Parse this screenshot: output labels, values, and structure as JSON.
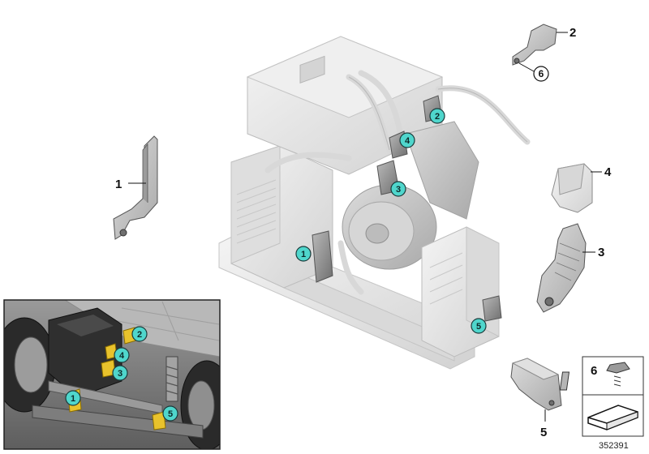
{
  "callouts": {
    "bracket_1": "1",
    "bracket_2": "2",
    "bracket_3": "3",
    "bracket_4": "4",
    "bracket_5": "5",
    "screw_6": "6",
    "assembly_1": "1",
    "assembly_2": "2",
    "assembly_3": "3",
    "assembly_4": "4",
    "assembly_5": "5",
    "inset_1": "1",
    "inset_2": "2",
    "inset_3": "3",
    "inset_4": "4",
    "inset_5": "5"
  },
  "legend": {
    "screw_label": "6"
  },
  "document_number": "352391",
  "colors": {
    "callout_fill": "#4fd6cc",
    "callout_stroke": "#1b3a3a",
    "part_light": "#e6e6e6",
    "part_mid": "#cfcfcf",
    "part_dark": "#8d8d8d",
    "highlight": "#e8c22c"
  }
}
